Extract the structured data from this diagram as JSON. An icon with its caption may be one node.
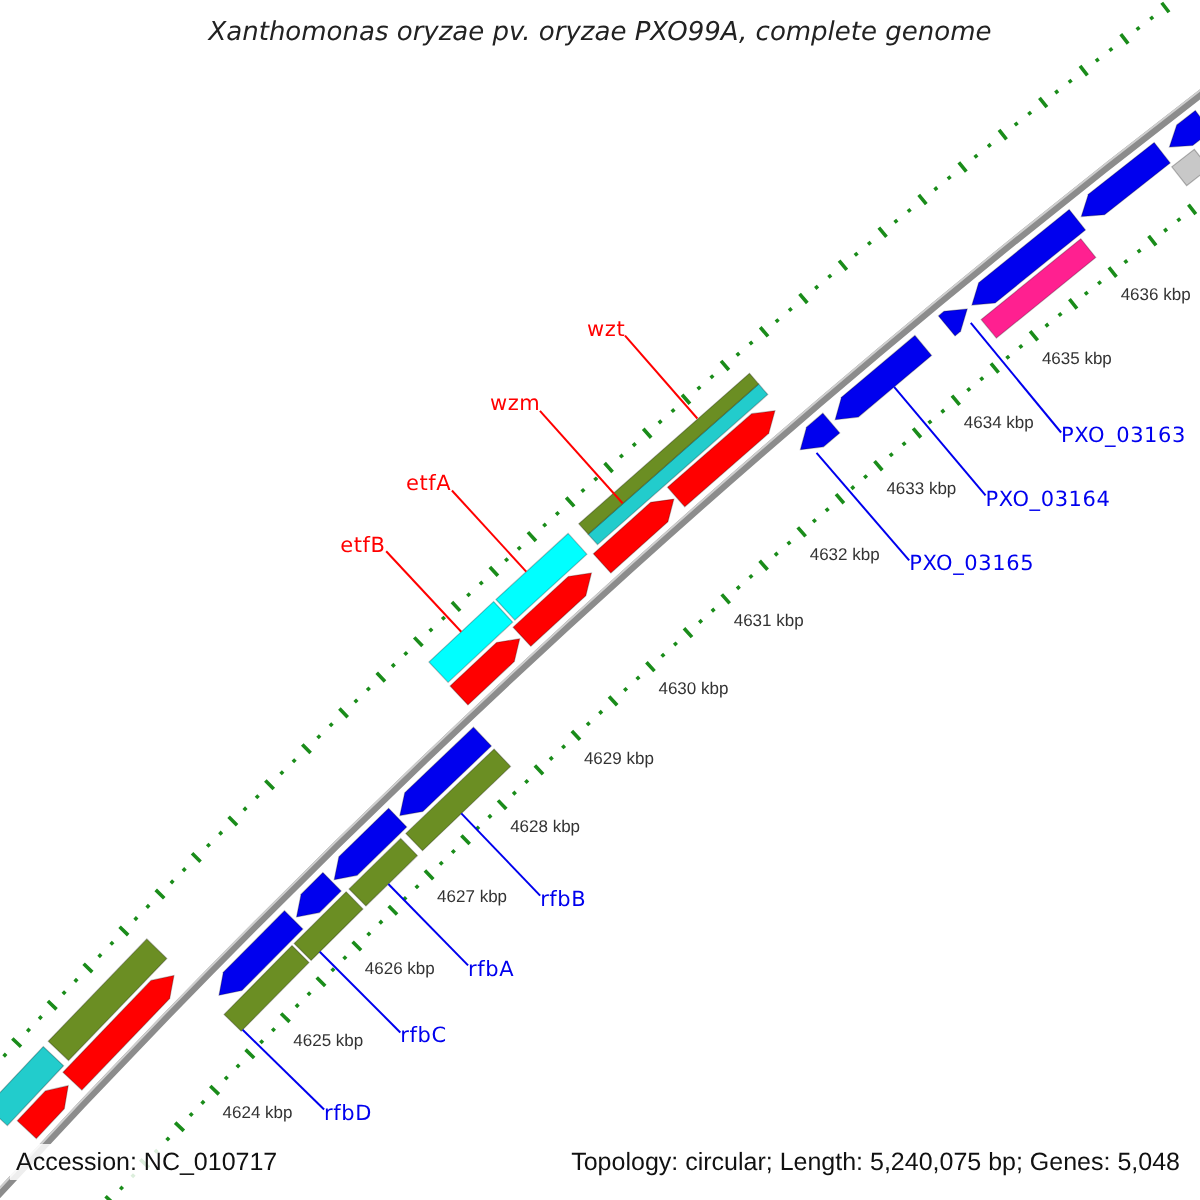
{
  "diagram": {
    "title": "Xanthomonas oryzae pv. oryzae PXO99A, complete genome",
    "nodes": [
      {
        "text": [
          "wzt"
        ]
      },
      {
        "text": [
          "wzm"
        ]
      },
      {
        "text": [
          "etfA"
        ]
      },
      {
        "text": [
          "etfB"
        ]
      },
      {
        "text": [
          "PXO_03163"
        ]
      },
      {
        "text": [
          "PXO_03164"
        ]
      },
      {
        "text": [
          "PXO_03165"
        ]
      },
      {
        "text": [
          "rfbB"
        ]
      },
      {
        "text": [
          "rfbA"
        ]
      },
      {
        "text": [
          "rfbC"
        ]
      },
      {
        "text": [
          "rfbD"
        ]
      },
      {
        "text": [],
        "shape": "bar"
      },
      {
        "text": [],
        "shape": "arrow"
      },
      {
        "text": [],
        "shape": "bar"
      },
      {
        "text": [],
        "shape": "arrow"
      },
      {
        "text": [],
        "shape": "arrow"
      },
      {
        "text": [],
        "shape": "bar"
      },
      {
        "text": [],
        "shape": "arrow"
      },
      {
        "text": [],
        "shape": "bar"
      },
      {
        "text": [],
        "shape": "arrow"
      },
      {
        "text": [],
        "shape": "bar"
      },
      {
        "text": [],
        "shape": "arrow"
      },
      {
        "text": [],
        "shape": "bar"
      },
      {
        "text": [],
        "shape": "arrow"
      },
      {
        "text": [],
        "shape": "bar"
      },
      {
        "text": [],
        "shape": "arrow"
      },
      {
        "text": [],
        "shape": "bar"
      },
      {
        "text": [],
        "shape": "arrow"
      },
      {
        "text": [],
        "shape": "bar"
      },
      {
        "text": [],
        "shape": "bar"
      },
      {
        "text": [],
        "shape": "arrow"
      },
      {
        "text": [],
        "shape": "arrow"
      },
      {
        "text": [],
        "shape": "arrow"
      },
      {
        "text": [],
        "shape": "arrow"
      },
      {
        "text": [],
        "shape": "bar"
      },
      {
        "text": [],
        "shape": "arrow"
      },
      {
        "text": [],
        "shape": "arrow"
      },
      {
        "text": [],
        "shape": "bar"
      },
      {
        "text": [],
        "shape": "arrow"
      }
    ],
    "edges": [
      {
        "from": 0,
        "to": 29,
        "arrow": "none",
        "color": "#ff0000"
      },
      {
        "from": 1,
        "to": 28,
        "arrow": "none",
        "color": "#ff0000"
      },
      {
        "from": 2,
        "to": 26,
        "arrow": "none",
        "color": "#ff0000"
      },
      {
        "from": 3,
        "to": 24,
        "arrow": "none",
        "color": "#ff0000"
      },
      {
        "from": 4,
        "to": 33,
        "arrow": "none"
      },
      {
        "from": 5,
        "to": 32,
        "arrow": "none"
      },
      {
        "from": 6,
        "to": 31,
        "arrow": "none"
      },
      {
        "from": 7,
        "to": 22,
        "arrow": "none"
      },
      {
        "from": 8,
        "to": 20,
        "arrow": "none"
      },
      {
        "from": 9,
        "to": 18,
        "arrow": "none"
      },
      {
        "from": 10,
        "to": 16,
        "arrow": "none"
      }
    ],
    "labels": [
      "4624 kbp",
      "4625 kbp",
      "4626 kbp",
      "4627 kbp",
      "4628 kbp",
      "4629 kbp",
      "4630 kbp",
      "4631 kbp",
      "4632 kbp",
      "4633 kbp",
      "4634 kbp",
      "4635 kbp",
      "4636 kbp",
      "Accession: NC_010717",
      "Topology: circular; Length: 5,240,075 bp; Genes: 5,048"
    ]
  }
}
